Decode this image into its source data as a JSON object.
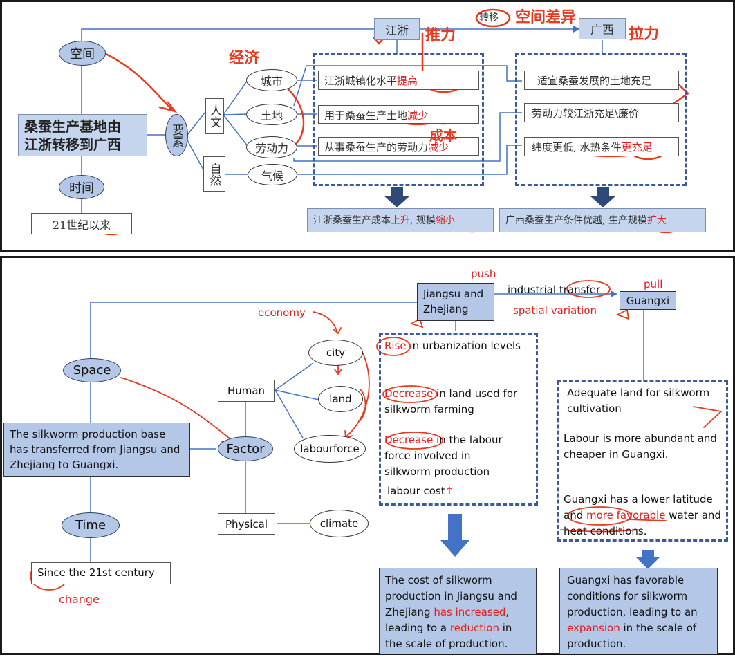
{
  "top": {
    "space": "空间",
    "time": "时间",
    "main_line1": "桑蚕生产基地由",
    "main_line2": "江浙转移到广西",
    "time_value": "21世纪以来",
    "factor": "要素",
    "human": "人文",
    "physical": "自然",
    "city": "城市",
    "land": "土地",
    "labour": "劳动力",
    "climate": "气候",
    "source": "江浙",
    "target": "广西",
    "transfer": "转移",
    "source_items": [
      {
        "text": "江浙城镇化水平",
        "highlight": "提高"
      },
      {
        "text": "用于桑蚕生产土地",
        "highlight": "减少"
      },
      {
        "text": "从事桑蚕生产的劳动力",
        "highlight": "减少"
      }
    ],
    "target_items": [
      {
        "text": "适宜桑蚕发展的土地充足",
        "highlight": ""
      },
      {
        "text": "劳动力较江浙充足\\廉价",
        "highlight": ""
      },
      {
        "text": "纬度更低, 水热条件",
        "highlight": "更充足"
      }
    ],
    "source_result": {
      "text1": "江浙桑蚕生产成本",
      "h1": "上升",
      "text2": ", 规模",
      "h2": "缩小"
    },
    "target_result": {
      "text1": "广西桑蚕生产条件优越, 生产规模",
      "h1": "扩大"
    },
    "handwriting": {
      "push": "推力",
      "spatial": "空间差异",
      "pull": "拉力",
      "economy": "经济",
      "cost": "成本"
    }
  },
  "bottom": {
    "space": "Space",
    "time": "Time",
    "factor": "Factor",
    "main_text": "The silkworm production base has transferred from Jiangsu and Zhejiang to Guangxi.",
    "time_value_circled": "Since",
    "time_value_rest": " the 21st century",
    "change": "change",
    "human": "Human",
    "physical": "Physical",
    "city": "city",
    "land": "land",
    "labour": "labourforce",
    "climate": "climate",
    "economy": "economy",
    "source_line1": "Jiangsu and",
    "source_line2": "Zhejiang",
    "target": "Guangxi",
    "push": "push",
    "pull": "pull",
    "transfer_plain": "industrial ",
    "transfer_circled": "transfer",
    "spatial": "spatial variation",
    "source_items": [
      {
        "hl": "Rise",
        "rest": " in urbanization levels"
      },
      {
        "hl": "Decrease",
        "rest": " in land used for silkworm farming"
      },
      {
        "hl": "Decrease",
        "rest": " in the labour force involved in silkworm production"
      }
    ],
    "labour_cost": "labour cost",
    "up_arrow": "↑",
    "target_items": [
      "Adequate land for silkworm cultivation",
      "Labour is more abundant and cheaper in Guangxi."
    ],
    "target_item3_a": "Guangxi has a lower latitude and ",
    "target_item3_hl": "more favorable",
    "target_item3_b": " water and heat conditions.",
    "source_result_a": "The cost of silkworm production in Jiangsu and Zhejiang ",
    "source_result_hl1": "has increased",
    "source_result_b": ", leading to a ",
    "source_result_hl2": "reduction",
    "source_result_c": " in the scale of production.",
    "target_result_a": "Guangxi has favorable conditions for silkworm production, leading to an ",
    "target_result_hl": "expansion",
    "target_result_b": " in the scale of production."
  },
  "colors": {
    "node_fill": "#b4c7e7",
    "line_blue": "#4472c4",
    "dash_blue": "#3b5a9a",
    "annotation_red": "#e02020",
    "arrow_blue": "#4472c4"
  }
}
